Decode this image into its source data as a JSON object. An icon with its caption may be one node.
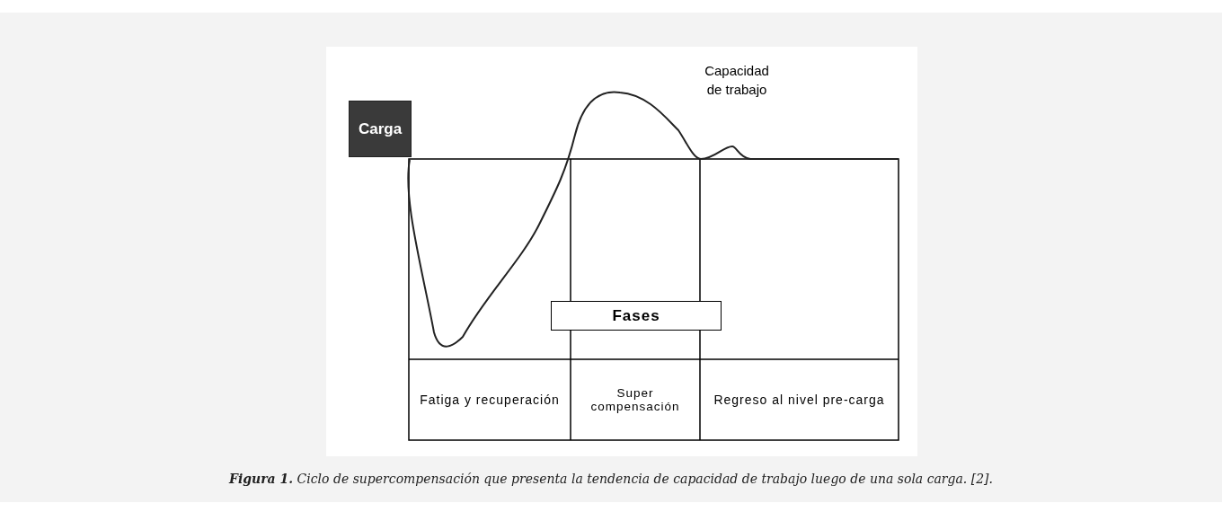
{
  "diagram": {
    "caption": "**Figura 1.** Ciclo de supercompensación que presenta la tendencia de capacidad de trabajo luego de una sola carga. [2].",
    "nodes": [
      {
        "text": [
          "Carga"
        ]
      },
      {
        "text": [
          "Fases"
        ]
      },
      {
        "text": [
          "Fatiga y recuperación"
        ]
      },
      {
        "text": [
          "Super compensación"
        ]
      },
      {
        "text": [
          "Regreso al nivel pre-carga"
        ]
      }
    ],
    "labels": [
      "Capacidad de trabajo"
    ]
  }
}
